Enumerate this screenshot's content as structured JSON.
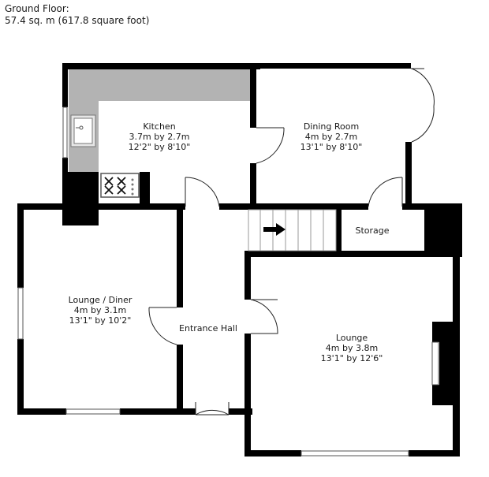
{
  "header": {
    "line1": "Ground Floor:",
    "line2": "57.4 sq. m (617.8 square foot)"
  },
  "rooms": {
    "kitchen": {
      "name": "Kitchen",
      "metric": "3.7m by 2.7m",
      "imperial": "12'2\" by 8'10\""
    },
    "dining_room": {
      "name": "Dining Room",
      "metric": "4m by 2.7m",
      "imperial": "13'1\" by 8'10\""
    },
    "storage": {
      "name": "Storage"
    },
    "lounge_diner": {
      "name": "Lounge / Diner",
      "metric": "4m by 3.1m",
      "imperial": "13'1\" by 10'2\""
    },
    "entrance_hall": {
      "name": "Entrance Hall"
    },
    "lounge": {
      "name": "Lounge",
      "metric": "4m by 3.8m",
      "imperial": "13'1\" by 12'6\""
    }
  },
  "colors": {
    "wall": "#000000",
    "worktop": "#b3b3b3",
    "fixture_outline": "#777777",
    "background": "#ffffff"
  },
  "icons": {
    "stairs_arrow": "arrow-right-icon",
    "hob": "hob-icon",
    "sink": "sink-icon"
  }
}
